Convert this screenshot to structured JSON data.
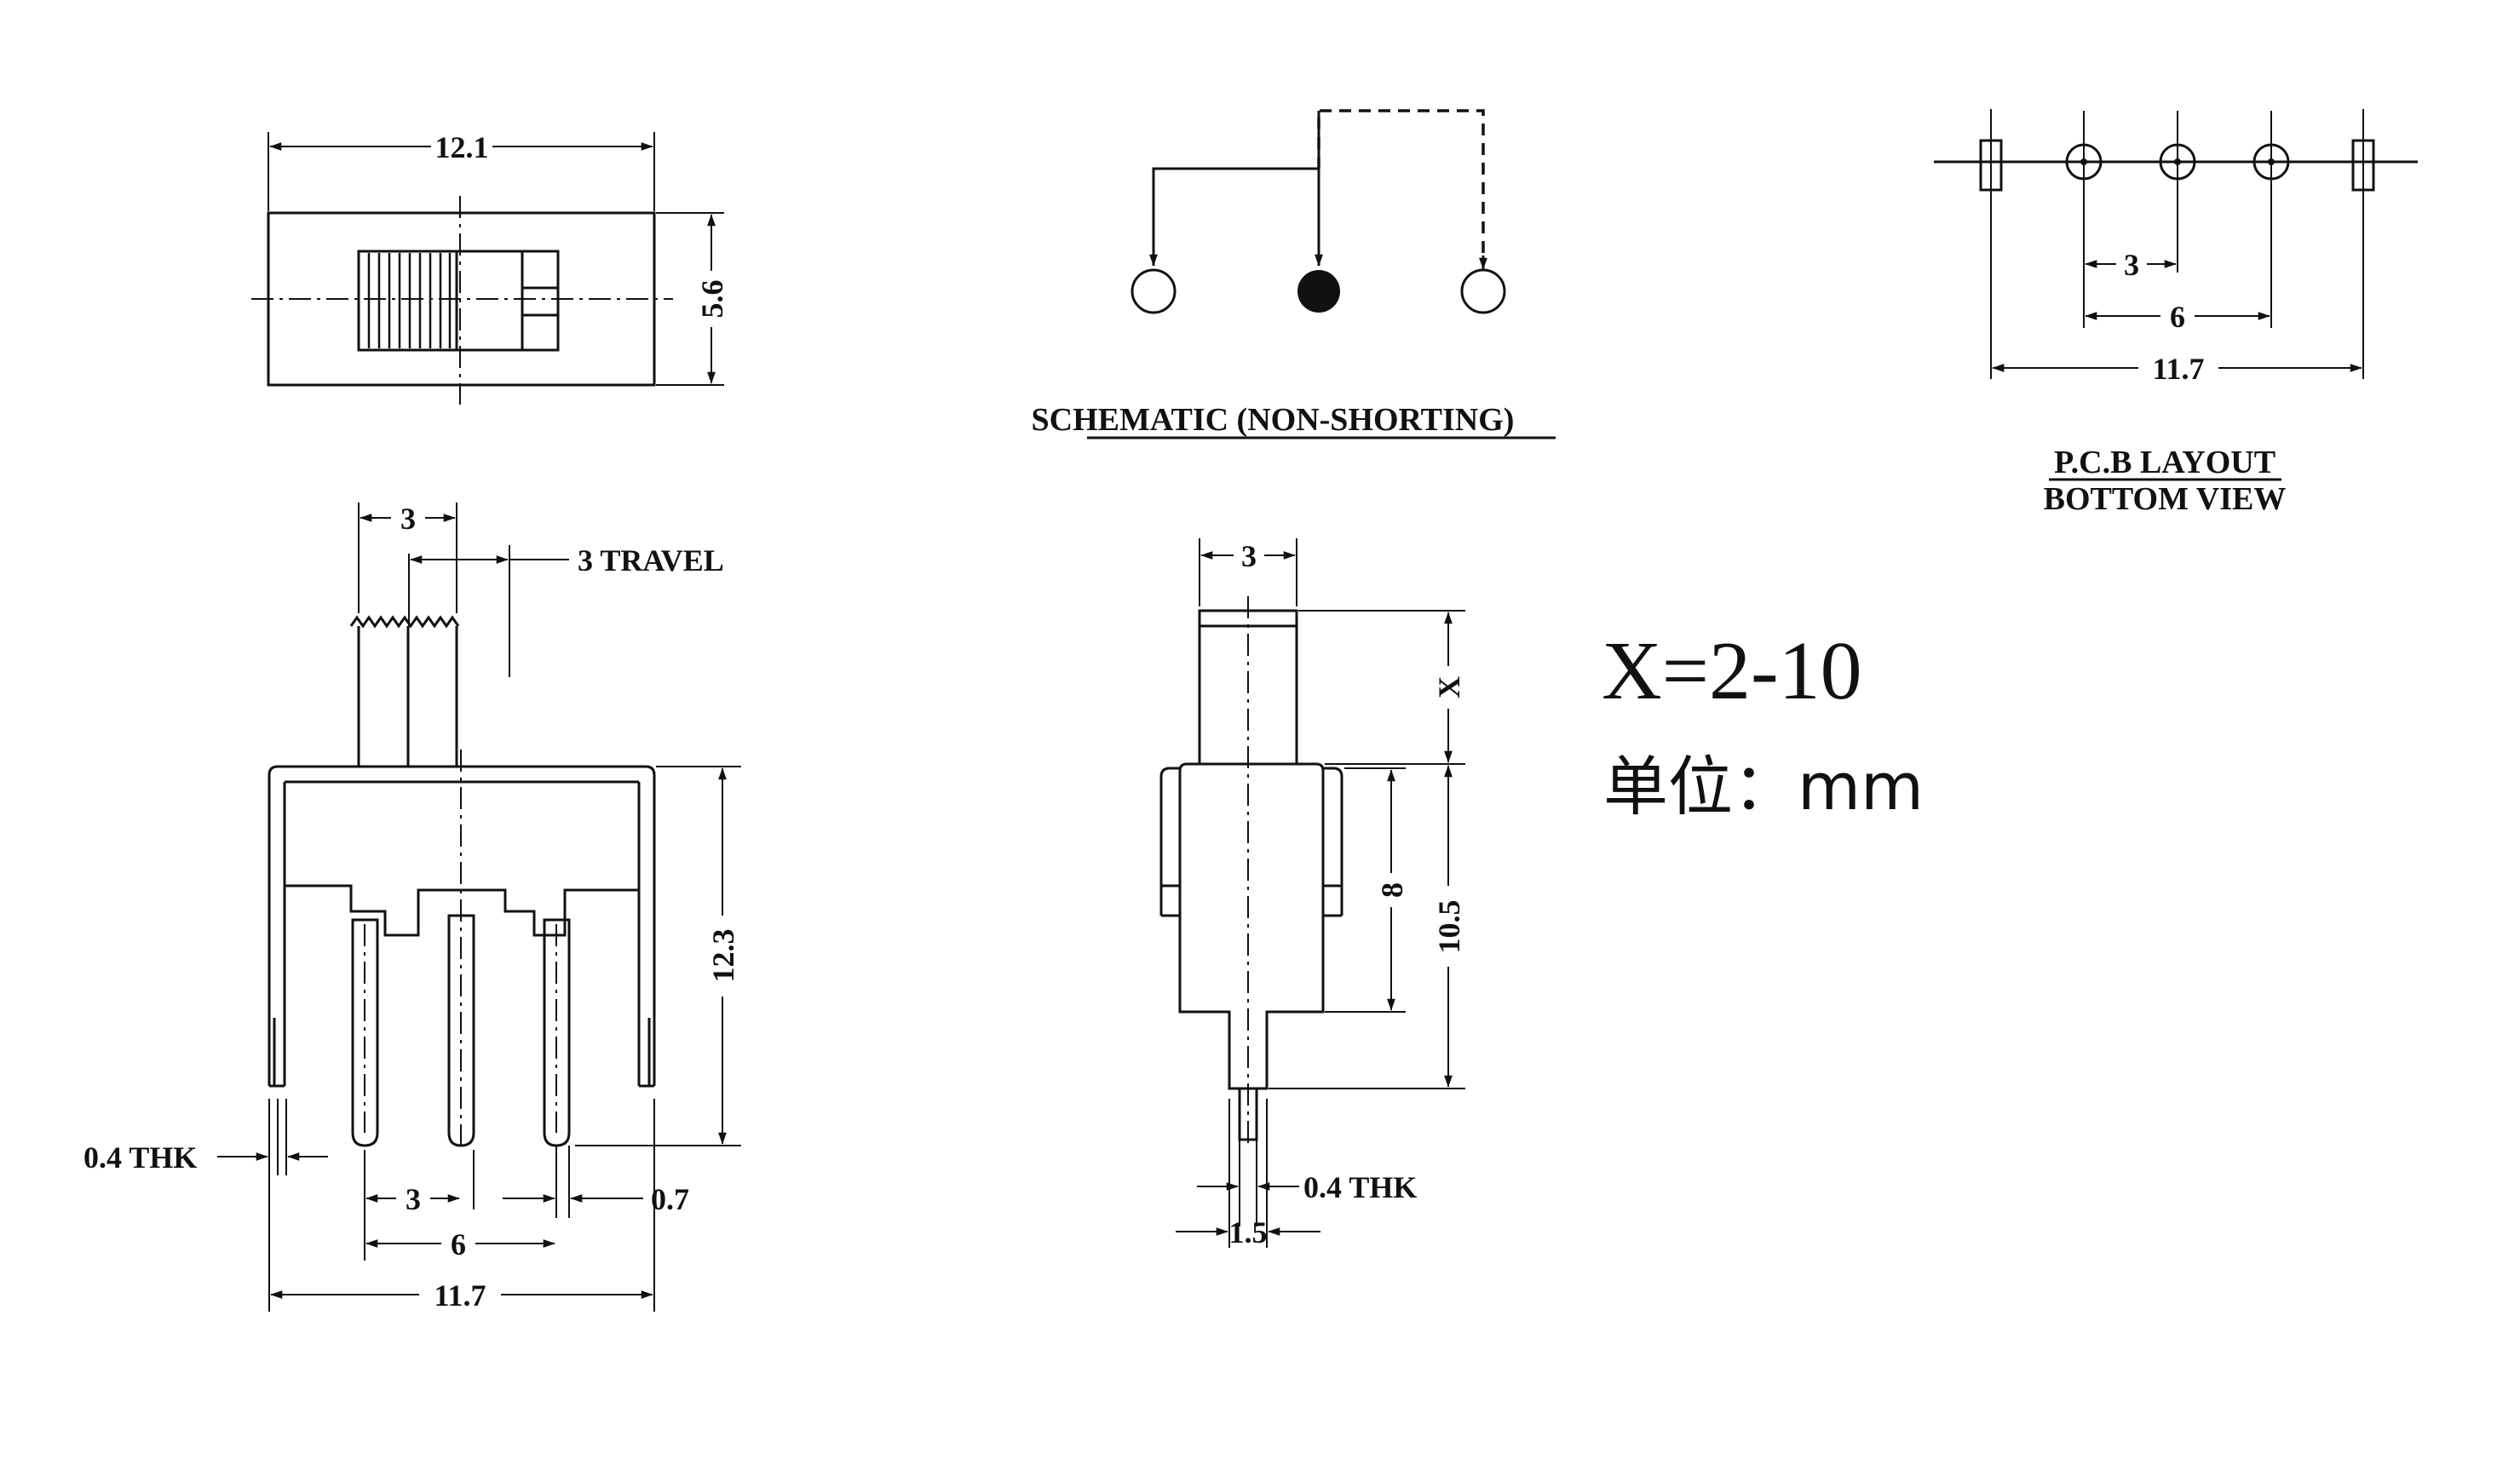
{
  "top_view": {
    "width": "12.1",
    "height": "5.6"
  },
  "schematic": {
    "caption": "SCHEMATIC (NON-SHORTING)"
  },
  "pcb_layout": {
    "caption_line1": "P.C.B LAYOUT",
    "caption_line2": "BOTTOM VIEW",
    "pitch_1": "3",
    "pitch_2": "6",
    "span": "11.7"
  },
  "front_view": {
    "actuator_width": "3",
    "travel": "3 TRAVEL",
    "body_height": "12.3",
    "lead_thickness": "0.4 THK",
    "pin_pitch": "3",
    "pin_spacing": "6",
    "lead_width": "0.7",
    "total_width": "11.7"
  },
  "side_view": {
    "actuator_width": "3",
    "actuator_height": "X",
    "frame_height": "8",
    "body_height": "10.5",
    "lead_thickness": "0.4 THK",
    "lead_width": "1.5"
  },
  "notes": {
    "x_range": "X=2-10",
    "unit": "单位：mm"
  },
  "colors": {
    "ink": "#111111",
    "background": "#ffffff"
  }
}
